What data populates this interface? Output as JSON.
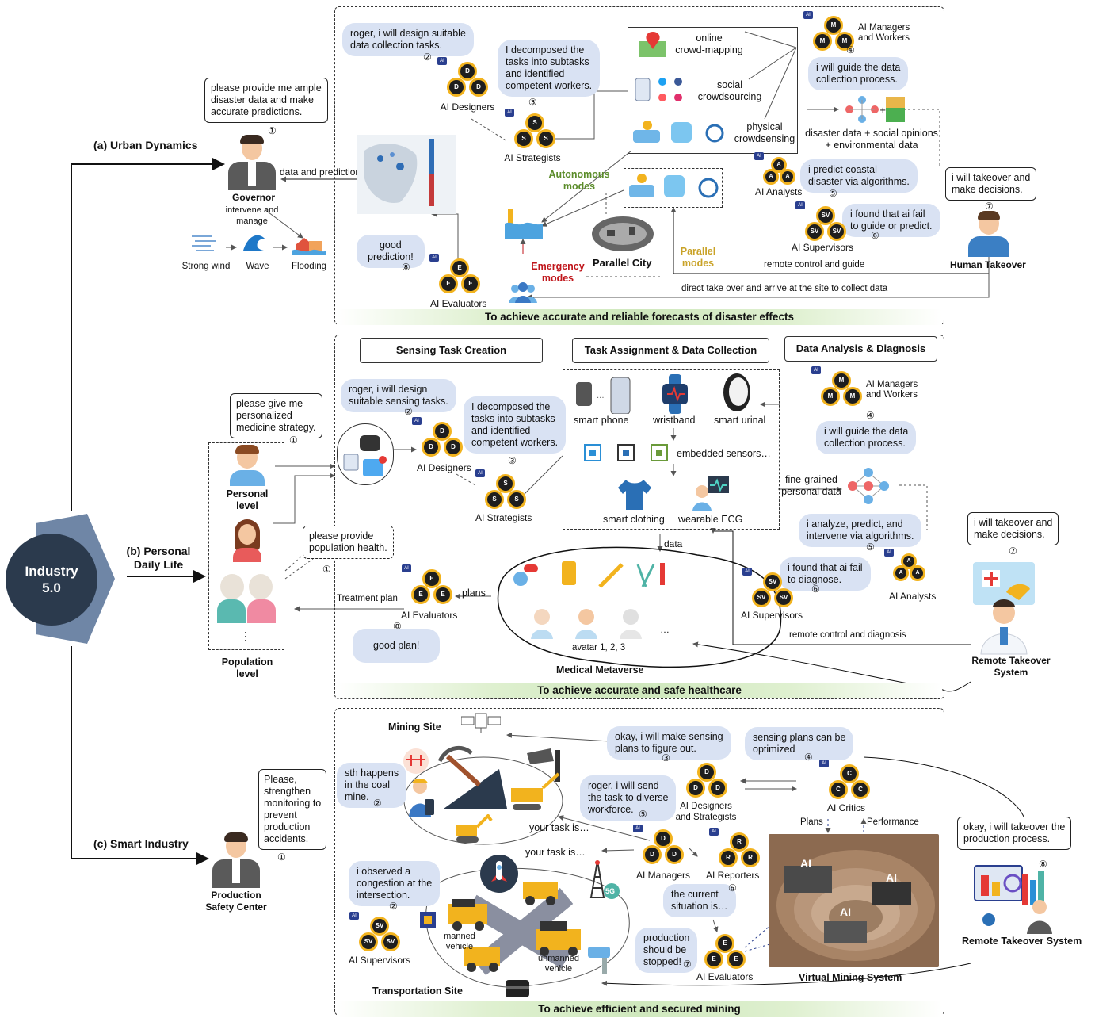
{
  "center": {
    "title_line1": "Industry",
    "title_line2": "5.0"
  },
  "branches": {
    "a": "(a) Urban  Dynamics",
    "b_line1": "(b) Personal",
    "b_line2": "Daily Life",
    "c": "(c) Smart  Industry"
  },
  "urban": {
    "governor_bubble": "please provide me ample\ndisaster data and make\naccurate predictions.",
    "governor_num": "①",
    "governor": "Governor",
    "intervene": "intervene and\nmanage",
    "data_and_prediction": "data and prediction",
    "hazards": [
      "Strong wind",
      "Wave",
      "Flooding"
    ],
    "designer_bubble": "roger, i will design suitable\ndata collection tasks.",
    "designer_num": "②",
    "designers": "AI Designers",
    "strategist_bubble": "I decomposed the\ntasks into subtasks\nand identified\ncompetent workers.",
    "strategist_num": "③",
    "strategists": "AI Strategists",
    "modes_items": [
      "online\ncrowd-mapping",
      "social\ncrowdsourcing",
      "physical\ncrowdsensing"
    ],
    "managers": "AI Managers\nand Workers",
    "managers_num": "④",
    "managers_bubble": "i will guide the data\ncollection process.",
    "fusion": "disaster data + social opinions\n+ environmental data",
    "analysts": "AI Analysts",
    "analyst_bubble": "i predict coastal\ndisaster via algorithms.",
    "analyst_num": "⑤",
    "supervisor_bubble": "i found that ai fail\nto guide or predict.",
    "supervisor_num": "⑥",
    "supervisors": "AI Supervisors",
    "takeover_bubble": "i will takeover and\nmake decisions.",
    "takeover_num": "⑦",
    "human_takeover": "Human Takeover",
    "autonomous": "Autonomous\nmodes",
    "parallel_city": "Parallel City",
    "parallel_modes": "Parallel\nmodes",
    "emergency": "Emergency\nmodes",
    "remote_control": "remote control and guide",
    "direct_takeover": "direct take over and arrive at the site to collect data",
    "evaluator_bubble": "good\nprediction!",
    "evaluator_num": "⑧",
    "evaluators": "AI Evaluators",
    "banner": "To achieve accurate and  reliable forecasts of disaster effects"
  },
  "health": {
    "hdr1": "Sensing Task Creation",
    "hdr2": "Task Assignment & Data Collection",
    "hdr3": "Data Analysis & Diagnosis",
    "patient_bubble": "please give me\npersonalized\nmedicine strategy.",
    "patient_num": "①",
    "personal_level": "Personal\nlevel",
    "population_bubble": "please provide\npopulation health.",
    "population_num": "①",
    "population_level": "Population\nlevel",
    "ellipsis": "⋮",
    "designer_bubble": "roger, i will design\nsuitable sensing tasks.",
    "designer_num": "②",
    "designers": "AI Designers",
    "strategist_bubble": "I decomposed the\ntasks into subtasks\nand identified\ncompetent workers.",
    "strategist_num": "③",
    "strategists": "AI Strategists",
    "devices": [
      "smart phone",
      "wristband",
      "smart urinal",
      "embedded sensors…",
      "smart clothing",
      "wearable ECG"
    ],
    "managers": "AI Managers\nand Workers",
    "managers_num": "④",
    "managers_bubble": "i will guide the data\ncollection process.",
    "fine_grained": "fine-grained\npersonal data",
    "analyst_bubble": "i analyze, predict, and\nintervene via algorithms.",
    "analyst_num": "⑤",
    "analysts": "AI Analysts",
    "supervisor_bubble": "i found that ai fail\nto diagnose.",
    "supervisor_num": "⑥",
    "supervisors": "AI Supervisors",
    "takeover_bubble": "i will takeover and\nmake decisions.",
    "takeover_num": "⑦",
    "remote_system": "Remote Takeover\nSystem",
    "remote_control": "remote control and diagnosis",
    "data_label": "data",
    "plans_label": "plans",
    "treatment": "Treatment plan",
    "evaluators": "AI Evaluators",
    "evaluator_num": "⑧",
    "evaluator_bubble": "good plan!",
    "avatar": "avatar 1, 2, 3",
    "metaverse": "Medical Metaverse",
    "dots": "…",
    "banner": "To achieve accurate and  safe healthcare"
  },
  "industry": {
    "mining_site": "Mining Site",
    "center_bubble": "Please,\nstrengthen\nmonitoring to\nprevent\nproduction\naccidents.",
    "center_num": "①",
    "center": "Production\nSafety Center",
    "coal_bubble": "sth happens\nin the coal\nmine.",
    "coal_num": "②",
    "congestion_bubble": "i observed a\ncongestion at the\nintersection.",
    "congestion_num": "②",
    "supervisors": "AI Supervisors",
    "manned": "manned\nvehicle",
    "unmanned": "unmanned\nvehicle",
    "transport_site": "Transportation Site",
    "your_task_1": "your task is…",
    "your_task_2": "your task is…",
    "sensing_bubble": "okay, i will make sensing\nplans to figure out.",
    "sensing_num": "③",
    "optimize_bubble": "sensing plans can be\noptimized",
    "optimize_num": "④",
    "roger_bubble": "roger, i will send\nthe task to diverse\nworkforce.",
    "roger_num": "⑤",
    "designers": "AI Designers\nand Strategists",
    "critics": "AI Critics",
    "plans": "Plans",
    "performance": "Performance",
    "managers": "AI Managers",
    "reporters": "AI Reporters",
    "situation_bubble": "the current\nsituation is…",
    "situation_num": "⑥",
    "stop_bubble": "production\nshould be\nstopped!",
    "stop_num": "⑦",
    "evaluators": "AI Evaluators",
    "virtual_mining": "Virtual Mining System",
    "takeover_bubble": "okay, i will takeover the\nproduction process.",
    "takeover_num": "⑧",
    "remote_system": "Remote Takeover System",
    "ai_label": "AI",
    "fiveg": "5G",
    "banner": "To achieve efficient and secured mining"
  },
  "agent_letters": {
    "designer": "D",
    "strategist": "S",
    "manager": "M",
    "analyst": "A",
    "supervisor": "SV",
    "evaluator": "E",
    "critic": "C",
    "reporter": "R",
    "chip": "AI"
  },
  "colors": {
    "bubble": "#d9e2f3",
    "agent_ring": "#f2b31e",
    "autonomous": "#5b8c2a",
    "emergency": "#c0161b",
    "parallel": "#c9a227",
    "center": "#2b3a4d",
    "hexagon": "#6f86a6"
  }
}
